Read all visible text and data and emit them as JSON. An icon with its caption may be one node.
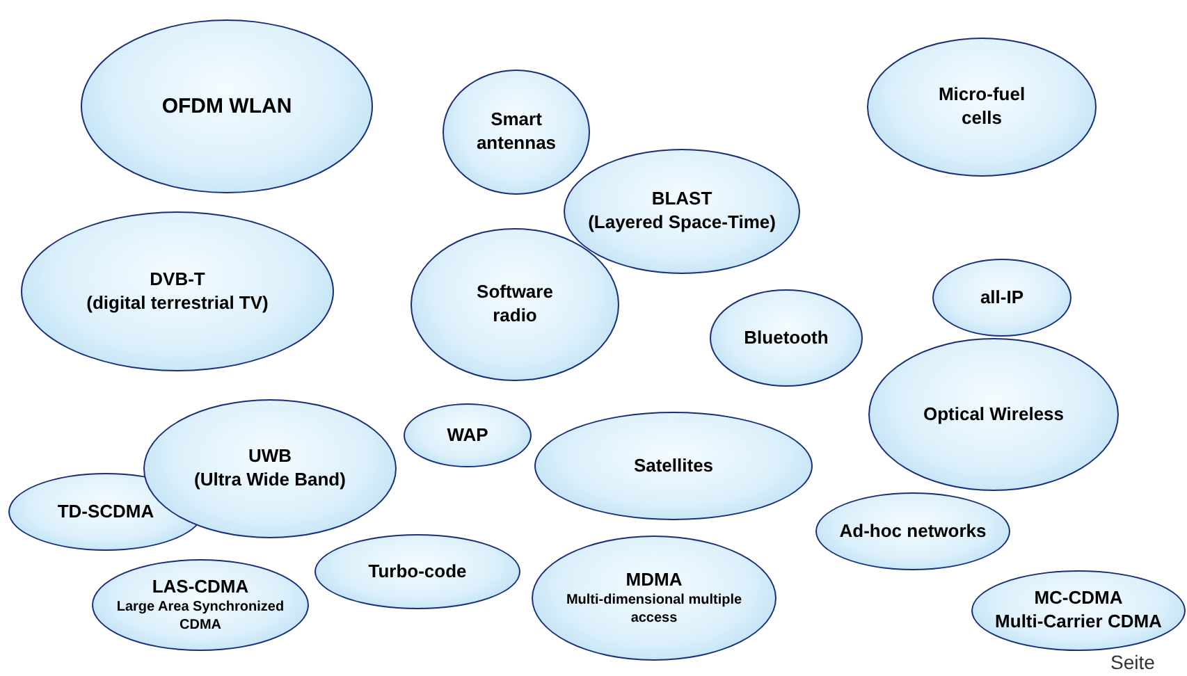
{
  "diagram": {
    "nodes": [
      {
        "text": [
          "OFDM WLAN"
        ]
      },
      {
        "text": [
          "Smart antennas"
        ]
      },
      {
        "text": [
          "Micro-fuel cells"
        ]
      },
      {
        "text": [
          "BLAST",
          "(Layered Space-Time)"
        ]
      },
      {
        "text": [
          "DVB-T",
          "(digital terrestrial TV)"
        ]
      },
      {
        "text": [
          "Software radio"
        ]
      },
      {
        "text": [
          "Bluetooth"
        ]
      },
      {
        "text": [
          "all-IP"
        ]
      },
      {
        "text": [
          "Optical Wireless"
        ]
      },
      {
        "text": [
          "WAP"
        ]
      },
      {
        "text": [
          "UWB",
          "(Ultra Wide Band)"
        ]
      },
      {
        "text": [
          "Satellites"
        ]
      },
      {
        "text": [
          "TD-SCDMA"
        ]
      },
      {
        "text": [
          "Ad-hoc networks"
        ]
      },
      {
        "text": [
          "Turbo-code"
        ]
      },
      {
        "text": [
          "MDMA",
          "Multi-dimensional multiple access"
        ]
      },
      {
        "text": [
          "MC-CDMA",
          "Multi-Carrier CDMA"
        ]
      },
      {
        "text": [
          "LAS-CDMA",
          "Large Area Synchronized CDMA"
        ]
      }
    ],
    "edges": [],
    "labels": [
      "Seite"
    ]
  }
}
